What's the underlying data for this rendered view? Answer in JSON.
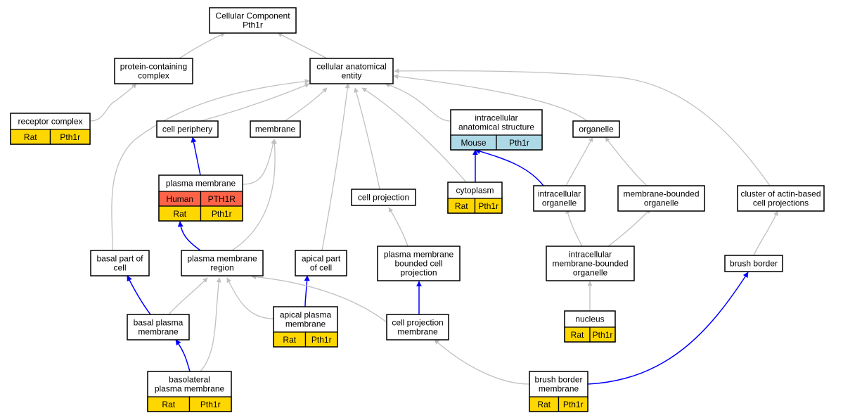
{
  "colors": {
    "rat": "#ffd700",
    "human": "#ff6347",
    "mouse": "#add8e6",
    "edge_is_a": "#c0c0c0",
    "edge_part_of": "#0000ff"
  },
  "nodes": [
    {
      "id": "cc",
      "lines": [
        "Cellular Component",
        "Pth1r"
      ],
      "tags": []
    },
    {
      "id": "pcc",
      "lines": [
        "protein-containing",
        "complex"
      ],
      "tags": []
    },
    {
      "id": "cae",
      "lines": [
        "cellular anatomical",
        "entity"
      ],
      "tags": []
    },
    {
      "id": "rc",
      "lines": [
        "receptor complex"
      ],
      "tags": [
        {
          "species": "Rat",
          "gene": "Pth1r",
          "color": "rat"
        }
      ]
    },
    {
      "id": "cp",
      "lines": [
        "cell periphery"
      ],
      "tags": []
    },
    {
      "id": "mem",
      "lines": [
        "membrane"
      ],
      "tags": []
    },
    {
      "id": "ias",
      "lines": [
        "intracellular",
        "anatomical structure"
      ],
      "tags": [
        {
          "species": "Mouse",
          "gene": "Pth1r",
          "color": "mouse"
        }
      ]
    },
    {
      "id": "org",
      "lines": [
        "organelle"
      ],
      "tags": []
    },
    {
      "id": "pm",
      "lines": [
        "plasma membrane"
      ],
      "tags": [
        {
          "species": "Human",
          "gene": "PTH1R",
          "color": "human"
        },
        {
          "species": "Rat",
          "gene": "Pth1r",
          "color": "rat"
        }
      ]
    },
    {
      "id": "cproj",
      "lines": [
        "cell projection"
      ],
      "tags": []
    },
    {
      "id": "cyto",
      "lines": [
        "cytoplasm"
      ],
      "tags": [
        {
          "species": "Rat",
          "gene": "Pth1r",
          "color": "rat"
        }
      ]
    },
    {
      "id": "io",
      "lines": [
        "intracellular",
        "organelle"
      ],
      "tags": []
    },
    {
      "id": "mbo",
      "lines": [
        "membrane-bounded",
        "organelle"
      ],
      "tags": []
    },
    {
      "id": "cabcp",
      "lines": [
        "cluster of actin-based",
        "cell projections"
      ],
      "tags": []
    },
    {
      "id": "bpc",
      "lines": [
        "basal part of",
        "cell"
      ],
      "tags": []
    },
    {
      "id": "pmr",
      "lines": [
        "plasma membrane",
        "region"
      ],
      "tags": []
    },
    {
      "id": "apc",
      "lines": [
        "apical part",
        "of cell"
      ],
      "tags": []
    },
    {
      "id": "pmbcp",
      "lines": [
        "plasma membrane",
        "bounded cell",
        "projection"
      ],
      "tags": []
    },
    {
      "id": "imbo",
      "lines": [
        "intracellular",
        "membrane-bounded",
        "organelle"
      ],
      "tags": []
    },
    {
      "id": "bb",
      "lines": [
        "brush border"
      ],
      "tags": []
    },
    {
      "id": "bpm",
      "lines": [
        "basal plasma",
        "membrane"
      ],
      "tags": []
    },
    {
      "id": "apm",
      "lines": [
        "apical plasma",
        "membrane"
      ],
      "tags": [
        {
          "species": "Rat",
          "gene": "Pth1r",
          "color": "rat"
        }
      ]
    },
    {
      "id": "cpm",
      "lines": [
        "cell projection",
        "membrane"
      ],
      "tags": []
    },
    {
      "id": "nuc",
      "lines": [
        "nucleus"
      ],
      "tags": [
        {
          "species": "Rat",
          "gene": "Pth1r",
          "color": "rat"
        }
      ]
    },
    {
      "id": "blpm",
      "lines": [
        "basolateral",
        "plasma membrane"
      ],
      "tags": [
        {
          "species": "Rat",
          "gene": "Pth1r",
          "color": "rat"
        }
      ]
    },
    {
      "id": "bbm",
      "lines": [
        "brush border",
        "membrane"
      ],
      "tags": [
        {
          "species": "Rat",
          "gene": "Pth1r",
          "color": "rat"
        }
      ]
    }
  ],
  "edges": [
    {
      "from": "pcc",
      "to": "cc",
      "type": "is_a"
    },
    {
      "from": "cae",
      "to": "cc",
      "type": "is_a"
    },
    {
      "from": "rc",
      "to": "pcc",
      "type": "is_a"
    },
    {
      "from": "cp",
      "to": "cae",
      "type": "is_a"
    },
    {
      "from": "mem",
      "to": "cae",
      "type": "is_a"
    },
    {
      "from": "ias",
      "to": "cae",
      "type": "is_a"
    },
    {
      "from": "org",
      "to": "cae",
      "type": "is_a"
    },
    {
      "from": "bpc",
      "to": "cae",
      "type": "is_a"
    },
    {
      "from": "apc",
      "to": "cae",
      "type": "is_a"
    },
    {
      "from": "cproj",
      "to": "cae",
      "type": "is_a"
    },
    {
      "from": "cyto",
      "to": "cae",
      "type": "is_a"
    },
    {
      "from": "cabcp",
      "to": "cae",
      "type": "is_a"
    },
    {
      "from": "pm",
      "to": "cp",
      "type": "part_of"
    },
    {
      "from": "pm",
      "to": "mem",
      "type": "is_a"
    },
    {
      "from": "pmr",
      "to": "mem",
      "type": "is_a"
    },
    {
      "from": "cyto",
      "to": "ias",
      "type": "part_of"
    },
    {
      "from": "io",
      "to": "ias",
      "type": "part_of"
    },
    {
      "from": "io",
      "to": "org",
      "type": "is_a"
    },
    {
      "from": "mbo",
      "to": "org",
      "type": "is_a"
    },
    {
      "from": "pmr",
      "to": "pm",
      "type": "part_of"
    },
    {
      "from": "pmbcp",
      "to": "cproj",
      "type": "is_a"
    },
    {
      "from": "imbo",
      "to": "io",
      "type": "is_a"
    },
    {
      "from": "imbo",
      "to": "mbo",
      "type": "is_a"
    },
    {
      "from": "bb",
      "to": "cabcp",
      "type": "is_a"
    },
    {
      "from": "bpm",
      "to": "bpc",
      "type": "part_of"
    },
    {
      "from": "bpm",
      "to": "pmr",
      "type": "is_a"
    },
    {
      "from": "apm",
      "to": "pmr",
      "type": "is_a"
    },
    {
      "from": "apm",
      "to": "apc",
      "type": "part_of"
    },
    {
      "from": "cpm",
      "to": "pmr",
      "type": "is_a"
    },
    {
      "from": "cpm",
      "to": "pmbcp",
      "type": "part_of"
    },
    {
      "from": "nuc",
      "to": "imbo",
      "type": "is_a"
    },
    {
      "from": "blpm",
      "to": "pmr",
      "type": "is_a"
    },
    {
      "from": "blpm",
      "to": "bpm",
      "type": "part_of"
    },
    {
      "from": "bbm",
      "to": "cpm",
      "type": "is_a"
    },
    {
      "from": "bbm",
      "to": "bb",
      "type": "part_of"
    }
  ]
}
